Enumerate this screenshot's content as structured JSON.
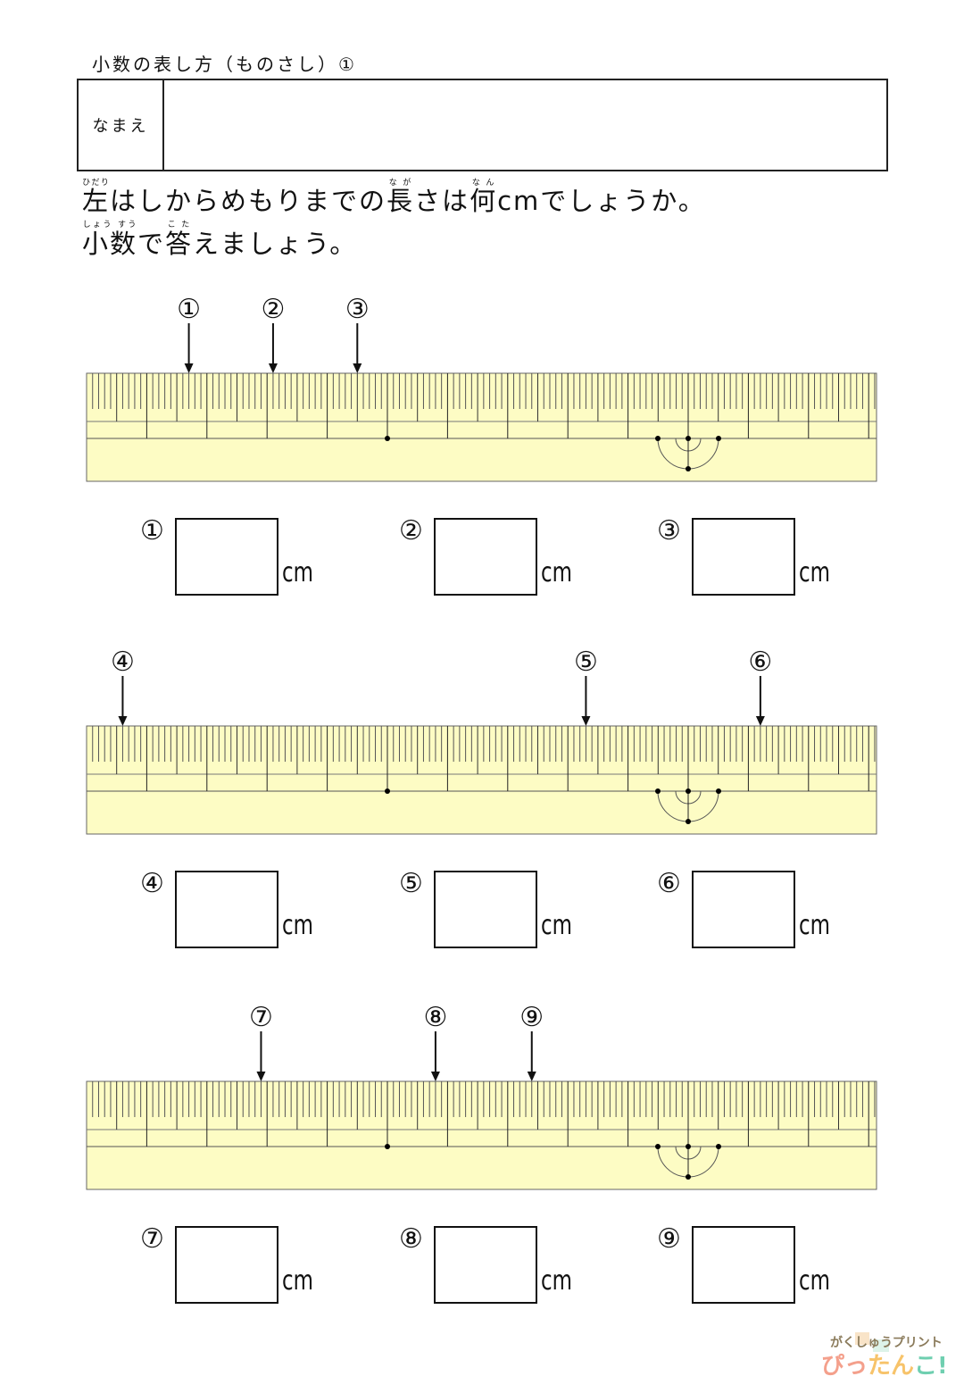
{
  "header": {
    "title": "小数の表し方（ものさし）①",
    "name_label": "なまえ"
  },
  "instructions": {
    "line1": [
      {
        "t": "左",
        "r": "ひだり"
      },
      {
        "t": "はしからめもりまでの"
      },
      {
        "t": "長",
        "r": "なが"
      },
      {
        "t": "さは"
      },
      {
        "t": "何",
        "r": "なん"
      },
      {
        "t": "cmでしょうか。"
      }
    ],
    "line2": [
      {
        "t": "小数",
        "r": "しょう すう"
      },
      {
        "t": "で"
      },
      {
        "t": "答",
        "r": "こた"
      },
      {
        "t": "えましょう。"
      }
    ]
  },
  "ruler": {
    "color": "#fdfcc4",
    "length_cm": 13,
    "marked_dots_cm": [
      5,
      10
    ]
  },
  "unit_label": "cm",
  "problems": [
    {
      "marks": [
        {
          "label": "①",
          "cm": 1.7
        },
        {
          "label": "②",
          "cm": 3.1
        },
        {
          "label": "③",
          "cm": 4.5
        }
      ]
    },
    {
      "marks": [
        {
          "label": "④",
          "cm": 0.6
        },
        {
          "label": "⑤",
          "cm": 8.3
        },
        {
          "label": "⑥",
          "cm": 11.2
        }
      ]
    },
    {
      "marks": [
        {
          "label": "⑦",
          "cm": 2.9
        },
        {
          "label": "⑧",
          "cm": 5.8
        },
        {
          "label": "⑨",
          "cm": 7.4
        }
      ]
    }
  ],
  "logo": {
    "line1": "がくしゅうプリント",
    "line2": "ぴったんこ!"
  }
}
